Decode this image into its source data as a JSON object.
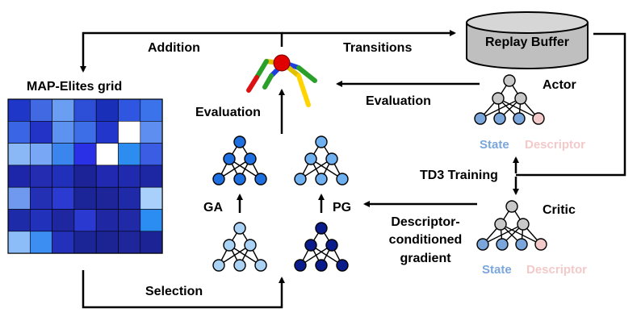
{
  "labels": {
    "addition": "Addition",
    "transitions": "Transitions",
    "replay_buffer": "Replay Buffer",
    "map_elites_grid": "MAP-Elites grid",
    "evaluation_left": "Evaluation",
    "evaluation_right": "Evaluation",
    "actor": "Actor",
    "state_actor": "State",
    "descriptor_actor": "Descriptor",
    "td3_training": "TD3 Training",
    "critic": "Critic",
    "state_critic": "State",
    "descriptor_critic": "Descriptor",
    "ga": "GA",
    "pg": "PG",
    "descriptor_gradient_line1": "Descriptor-",
    "descriptor_gradient_line2": "conditioned",
    "descriptor_gradient_line3": "gradient",
    "selection": "Selection"
  },
  "colors": {
    "state": "#7aa6dc",
    "descriptor": "#f3c9c9",
    "node_gray": "#c8c8c8",
    "buffer_fill": "#bfbfbf",
    "robot_body": "#e00000"
  },
  "grid": {
    "rows": 7,
    "cols": 7,
    "cells": [
      [
        "#1f37c8",
        "#4169e1",
        "#6a9ef2",
        "#2d4fd8",
        "#1a2fb8",
        "#2e56e0",
        "#3b73ea"
      ],
      [
        "#3a66e6",
        "#2233c5",
        "#5c93f0",
        "#3d6ee8",
        "#2236cc",
        "#ffffff",
        "#5e8ef0"
      ],
      [
        "#8ab8f7",
        "#78a8f5",
        "#3b86ee",
        "#2a30e6",
        "#ffffff",
        "#2d8cf0",
        "#3b5de3"
      ],
      [
        "#1d25a8",
        "#242cb2",
        "#2030bb",
        "#1b2396",
        "#2129b0",
        "#202aae",
        "#1d27a4"
      ],
      [
        "#6f98ef",
        "#2330b4",
        "#2b3bd2",
        "#1c2598",
        "#1d2599",
        "#1f2aa8",
        "#a8d0fb"
      ],
      [
        "#1e2ba8",
        "#2231b9",
        "#1e26a0",
        "#2a3ad0",
        "#1f27a2",
        "#212aa6",
        "#2b8df2"
      ],
      [
        "#8cbdf8",
        "#3c8ef2",
        "#2230ba",
        "#1c2596",
        "#1c2493",
        "#1e2699",
        "#1c2394"
      ]
    ]
  },
  "networks": {
    "ga_top": "#1e6fe0",
    "pg_top": "#6fb0f0",
    "ga_bottom": "#a9d2f5",
    "pg_bottom": "#0a1b8c"
  }
}
